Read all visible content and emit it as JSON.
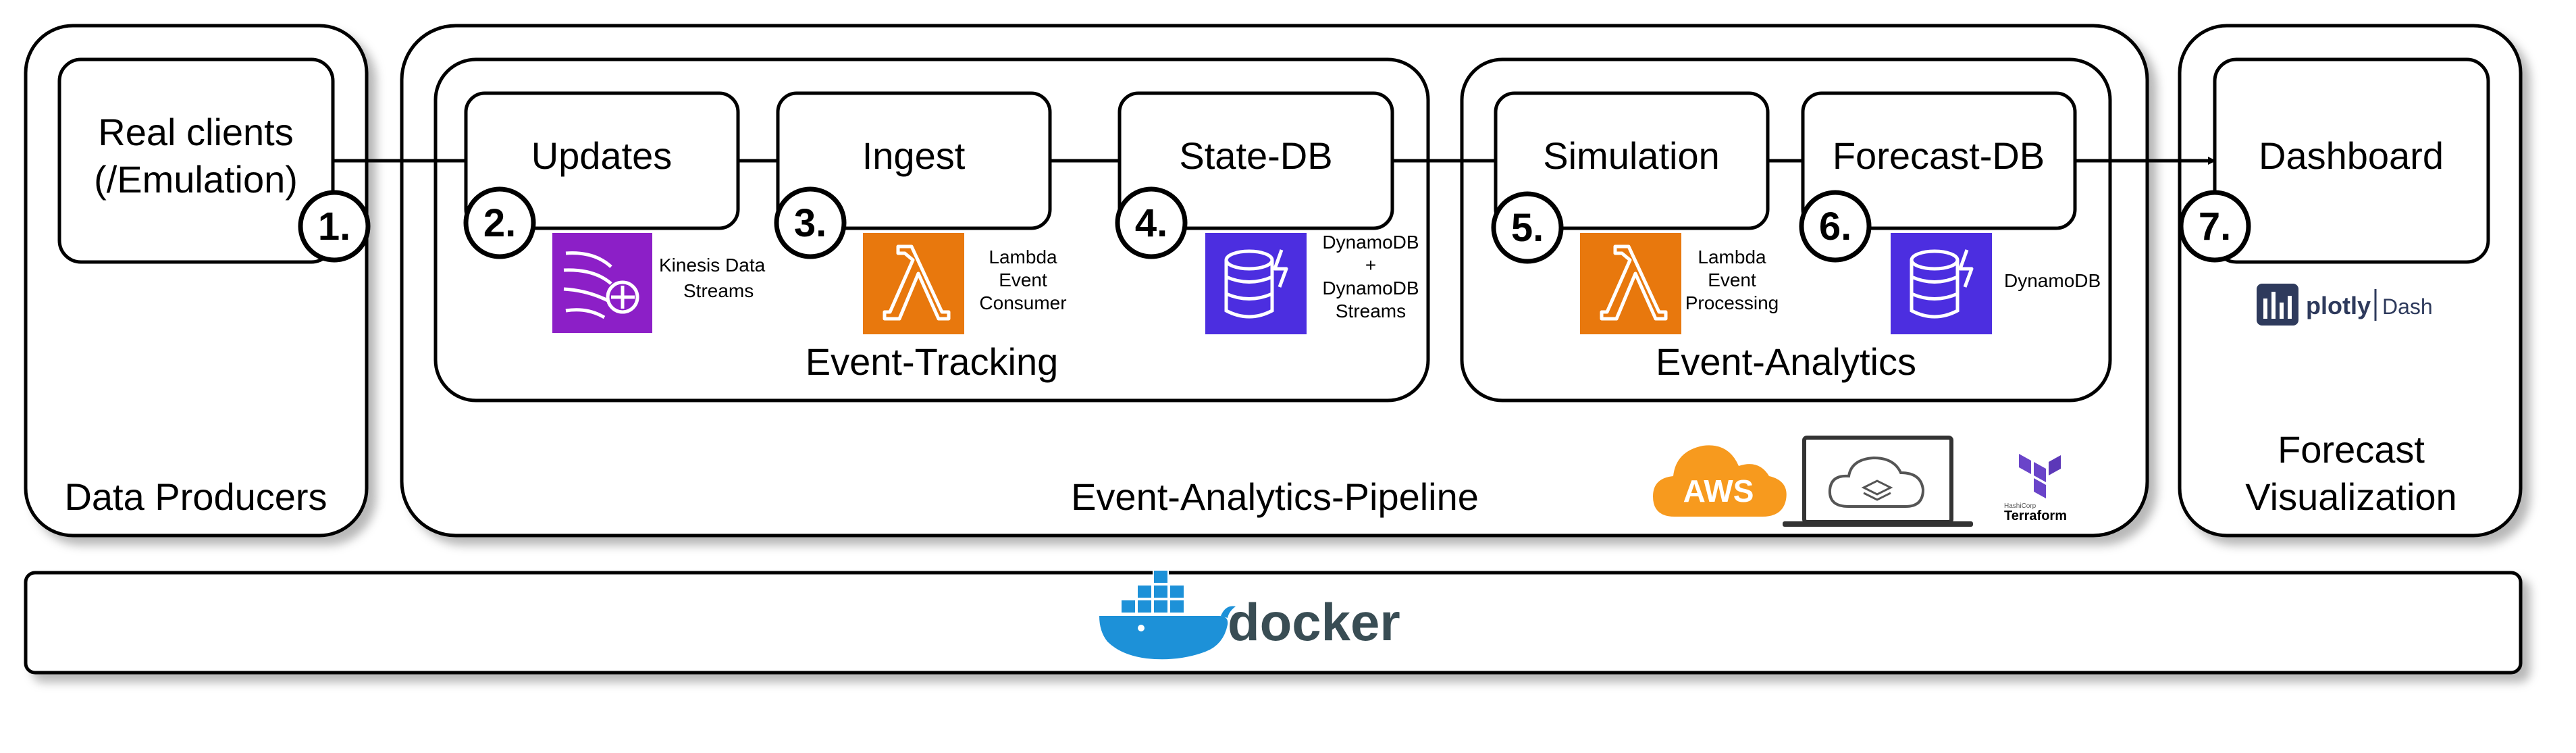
{
  "groups": {
    "data_producers": "Data Producers",
    "pipeline": "Event-Analytics-Pipeline",
    "event_tracking": "Event-Tracking",
    "event_analytics": "Event-Analytics",
    "forecast_visualization": [
      "Forecast",
      "Visualization"
    ]
  },
  "nodes": {
    "real_clients": [
      "Real clients",
      "(/Emulation)"
    ],
    "updates": "Updates",
    "ingest": "Ingest",
    "state_db": "State-DB",
    "simulation": "Simulation",
    "forecast_db": "Forecast-DB",
    "dashboard": "Dashboard"
  },
  "steps": [
    "1.",
    "2.",
    "3.",
    "4.",
    "5.",
    "6.",
    "7."
  ],
  "services": {
    "kinesis": [
      "Kinesis Data",
      "Streams"
    ],
    "lambda_consumer": [
      "Lambda",
      "Event",
      "Consumer"
    ],
    "dynamodb_streams": [
      "DynamoDB",
      "+",
      "DynamoDB",
      "Streams"
    ],
    "lambda_processing": [
      "Lambda",
      "Event",
      "Processing"
    ],
    "dynamodb": [
      "DynamoDB"
    ]
  },
  "logos": {
    "aws": "AWS",
    "terraform": "Terraform",
    "terraform_small": "HashiCorp",
    "plotly": "plotly",
    "plotly_dash": "Dash",
    "docker": "docker"
  },
  "colors": {
    "kinesis": "#8c1fc7",
    "lambda": "#e8780d",
    "dynamodb": "#4c2ee0",
    "aws": "#f79a1e",
    "terraform": "#6a44c9",
    "plotly": "#2e3a5c",
    "docker": "#1d91d8",
    "docker_text": "#394d54"
  },
  "icons": [
    "kinesis-data-streams-icon",
    "lambda-icon",
    "dynamodb-icon",
    "aws-logo",
    "cloud-laptop-icon",
    "terraform-logo",
    "plotly-dash-logo",
    "docker-whale-icon"
  ]
}
